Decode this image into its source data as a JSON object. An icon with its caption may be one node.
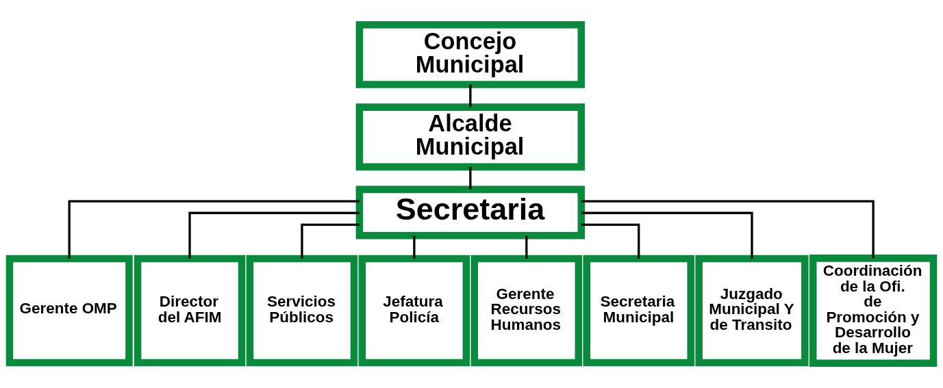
{
  "diagram": {
    "nodes": [
      {
        "text": [
          "Concejo Municipal"
        ]
      },
      {
        "text": [
          "Alcalde Municipal"
        ]
      },
      {
        "text": [
          "Secretaria"
        ]
      },
      {
        "text": [
          "Gerente OMP"
        ]
      },
      {
        "text": [
          "Director del AFIM"
        ]
      },
      {
        "text": [
          "Servicios Públicos"
        ]
      },
      {
        "text": [
          "Jefatura Policía"
        ]
      },
      {
        "text": [
          "Gerente Recursos Humanos"
        ]
      },
      {
        "text": [
          "Secretaria Municipal"
        ]
      },
      {
        "text": [
          "Juzgado Municipal Y de Transito"
        ]
      },
      {
        "text": [
          "Coordinación de la Ofi. de Promoción y Desarrollo de la Mujer"
        ]
      }
    ],
    "edges": [
      {
        "from": 0,
        "to": 1,
        "arrow": "none"
      },
      {
        "from": 1,
        "to": 2,
        "arrow": "none"
      },
      {
        "from": 2,
        "to": 3,
        "arrow": "none"
      },
      {
        "from": 2,
        "to": 4,
        "arrow": "none"
      },
      {
        "from": 2,
        "to": 5,
        "arrow": "none"
      },
      {
        "from": 2,
        "to": 6,
        "arrow": "none"
      },
      {
        "from": 2,
        "to": 7,
        "arrow": "none"
      },
      {
        "from": 2,
        "to": 8,
        "arrow": "none"
      },
      {
        "from": 2,
        "to": 9,
        "arrow": "none"
      },
      {
        "from": 2,
        "to": 10,
        "arrow": "none"
      }
    ]
  }
}
